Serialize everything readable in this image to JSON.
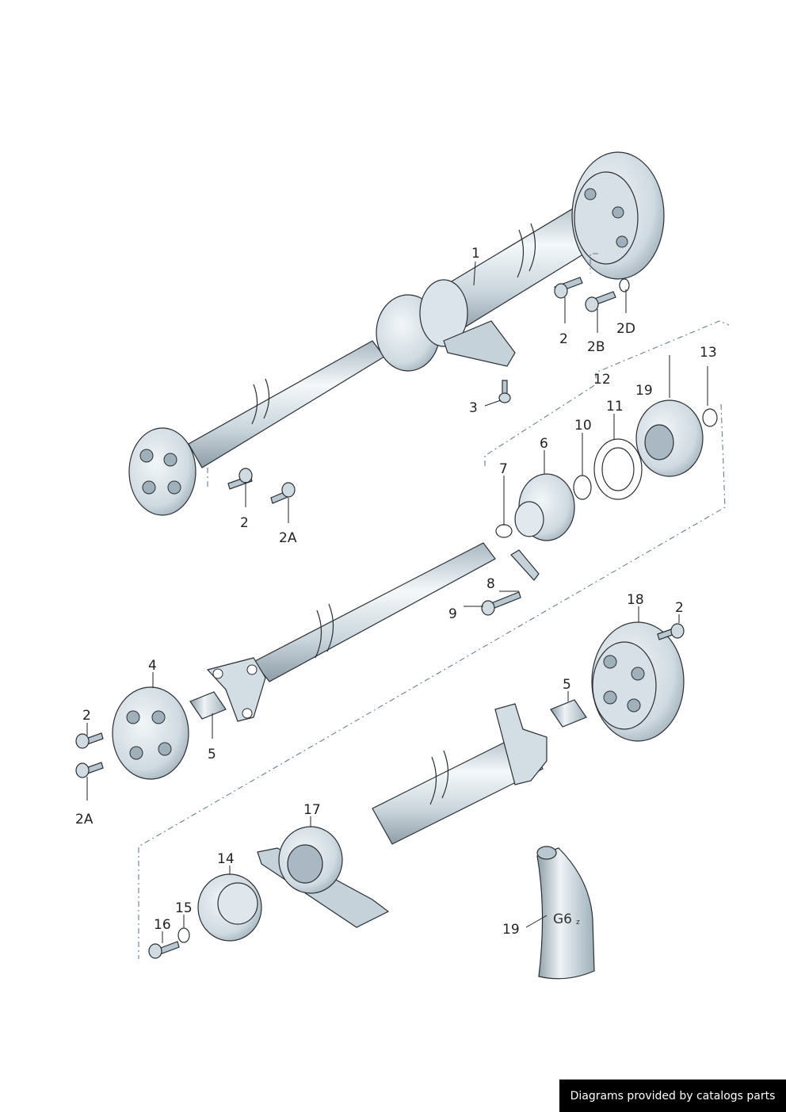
{
  "callouts": [
    {
      "id": "c1",
      "text": "1"
    },
    {
      "id": "c2a",
      "text": "2"
    },
    {
      "id": "c2b",
      "text": "2B"
    },
    {
      "id": "c2d",
      "text": "2D"
    },
    {
      "id": "c3",
      "text": "3"
    },
    {
      "id": "c2c",
      "text": "2"
    },
    {
      "id": "c2A1",
      "text": "2A"
    },
    {
      "id": "c12",
      "text": "12"
    },
    {
      "id": "c19a",
      "text": "19"
    },
    {
      "id": "c13",
      "text": "13"
    },
    {
      "id": "c11",
      "text": "11"
    },
    {
      "id": "c10",
      "text": "10"
    },
    {
      "id": "c6",
      "text": "6"
    },
    {
      "id": "c7",
      "text": "7"
    },
    {
      "id": "c8",
      "text": "8"
    },
    {
      "id": "c9",
      "text": "9"
    },
    {
      "id": "c18",
      "text": "18"
    },
    {
      "id": "c2e",
      "text": "2"
    },
    {
      "id": "c4",
      "text": "4"
    },
    {
      "id": "c5a",
      "text": "5"
    },
    {
      "id": "c5b",
      "text": "5"
    },
    {
      "id": "c2f",
      "text": "2"
    },
    {
      "id": "c2A2",
      "text": "2A"
    },
    {
      "id": "c17",
      "text": "17"
    },
    {
      "id": "c14",
      "text": "14"
    },
    {
      "id": "c15",
      "text": "15"
    },
    {
      "id": "c16",
      "text": "16"
    },
    {
      "id": "c19b",
      "text": "19"
    }
  ],
  "tube_label": "G6",
  "tube_label_suffix": "z",
  "credit": "Diagrams provided by catalogs parts",
  "colors": {
    "metal_light": "#e8eff3",
    "metal_mid": "#c7d4dc",
    "metal_dark": "#8a9aa5",
    "outline": "#2a2f33",
    "dash": "#6a7f8c"
  }
}
